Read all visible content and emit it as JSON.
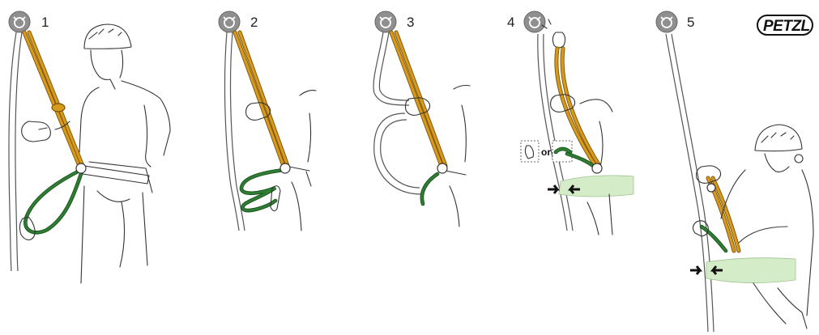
{
  "steps": [
    {
      "label": "1"
    },
    {
      "label": "2"
    },
    {
      "label": "3"
    },
    {
      "label": "4"
    },
    {
      "label": "5"
    }
  ],
  "brand": {
    "logo_text": "PETZL"
  },
  "inset": {
    "or_text": "or"
  },
  "colors": {
    "lanyard": "#d89a1c",
    "green_cord": "#2e7d32",
    "anchor_badge": "#8f8f8f",
    "hand_highlight": "#d5ecc9",
    "line_art": "#333333"
  },
  "icons": [
    "anchor-badge-icon",
    "press-arrow-icon"
  ]
}
